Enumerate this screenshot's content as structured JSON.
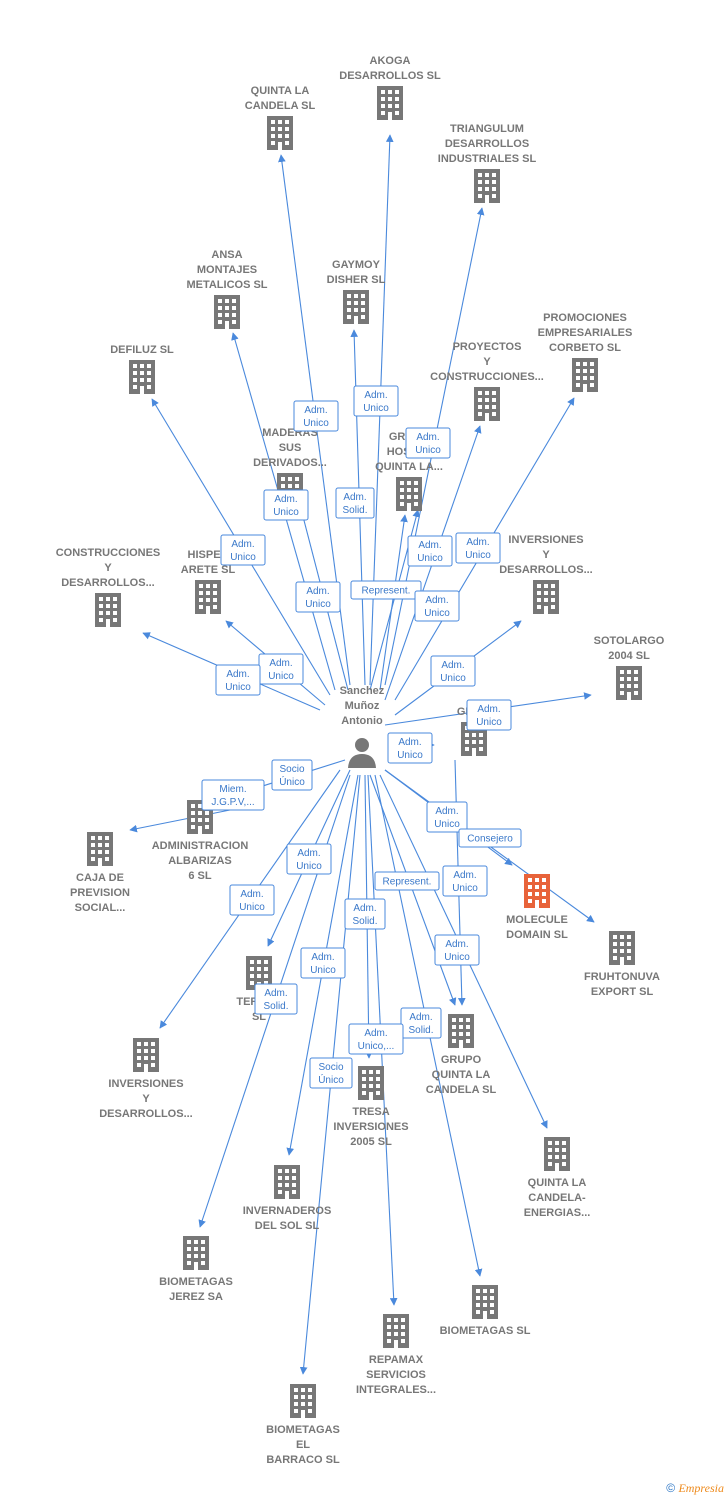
{
  "colors": {
    "edge": "#4a89dc",
    "building": "#777777",
    "focus": "#e8633a",
    "label_text": "#3a78c9"
  },
  "center": {
    "name": [
      "Sanchez",
      "Muñoz",
      "Antonio"
    ],
    "icon": "person-icon"
  },
  "companies": [
    {
      "id": "akoga",
      "label": [
        "AKOGA",
        "DESARROLLOS SL"
      ]
    },
    {
      "id": "quinta-la-candela",
      "label": [
        "QUINTA LA",
        "CANDELA SL"
      ]
    },
    {
      "id": "triangulum",
      "label": [
        "TRIANGULUM",
        "DESARROLLOS",
        "INDUSTRIALES SL"
      ]
    },
    {
      "id": "ansa",
      "label": [
        "ANSA",
        "MONTAJES",
        "METALICOS  SL"
      ]
    },
    {
      "id": "gaymoy",
      "label": [
        "GAYMOY",
        "DISHER SL"
      ]
    },
    {
      "id": "promociones",
      "label": [
        "PROMOCIONES",
        "EMPRESARIALES",
        "CORBETO SL"
      ]
    },
    {
      "id": "defiluz",
      "label": [
        "DEFILUZ SL"
      ]
    },
    {
      "id": "proyectos",
      "label": [
        "PROYECTOS",
        "Y",
        "CONSTRUCCIONES..."
      ]
    },
    {
      "id": "maderas",
      "label": [
        "MADERAS",
        "SUS",
        "DERIVADOS..."
      ]
    },
    {
      "id": "grupo-hostel",
      "label": [
        "GRUPO",
        "HOSTEL",
        "QUINTA LA..."
      ]
    },
    {
      "id": "construcciones",
      "label": [
        "CONSTRUCCIONES",
        "Y",
        "DESARROLLOS..."
      ]
    },
    {
      "id": "hisperarete",
      "label": [
        "HISPER",
        "ARETE SL"
      ]
    },
    {
      "id": "inversiones-top",
      "label": [
        "INVERSIONES",
        "Y",
        "DESARROLLOS..."
      ]
    },
    {
      "id": "sotolargo",
      "label": [
        "SOTOLARGO",
        "2004 SL"
      ]
    },
    {
      "id": "grafi",
      "label": [
        "GRAFI"
      ]
    },
    {
      "id": "administracion",
      "label": [
        "ADMINISTRACION",
        "ALBARIZAS",
        "6 SL"
      ]
    },
    {
      "id": "caja",
      "label": [
        "CAJA DE",
        "PREVISION",
        "SOCIAL..."
      ]
    },
    {
      "id": "molecule",
      "label": [
        "MOLECULE",
        "DOMAIN  SL"
      ],
      "focus": true
    },
    {
      "id": "fruhtonuva",
      "label": [
        "FRUHTONUVA",
        "EXPORT SL"
      ]
    },
    {
      "id": "terras",
      "label": [
        "TERRAS",
        "SL"
      ]
    },
    {
      "id": "inversiones-bottom",
      "label": [
        "INVERSIONES",
        "Y",
        "DESARROLLOS..."
      ]
    },
    {
      "id": "grupo-quinta",
      "label": [
        "GRUPO",
        "QUINTA LA",
        "CANDELA SL"
      ]
    },
    {
      "id": "tresa",
      "label": [
        "TRESA",
        "INVERSIONES",
        "2005 SL"
      ]
    },
    {
      "id": "quinta-energias",
      "label": [
        "QUINTA LA",
        "CANDELA-",
        "ENERGIAS..."
      ]
    },
    {
      "id": "invernaderos",
      "label": [
        "INVERNADEROS",
        "DEL SOL  SL"
      ]
    },
    {
      "id": "biometagas-jerez",
      "label": [
        "BIOMETAGAS",
        "JEREZ SA"
      ]
    },
    {
      "id": "biometagas",
      "label": [
        "BIOMETAGAS SL"
      ]
    },
    {
      "id": "repamax",
      "label": [
        "REPAMAX",
        "SERVICIOS",
        "INTEGRALES..."
      ]
    },
    {
      "id": "biometagas-barraco",
      "label": [
        "BIOMETAGAS",
        "EL",
        "BARRACO SL"
      ]
    }
  ],
  "relations": [
    {
      "id": "r1",
      "lines": [
        "Adm.",
        "Unico"
      ]
    },
    {
      "id": "r2",
      "lines": [
        "Adm.",
        "Unico"
      ]
    },
    {
      "id": "r3",
      "lines": [
        "Adm.",
        "Unico"
      ]
    },
    {
      "id": "r4",
      "lines": [
        "Adm.",
        "Unico"
      ]
    },
    {
      "id": "r5",
      "lines": [
        "Adm.",
        "Solid."
      ]
    },
    {
      "id": "r6",
      "lines": [
        "Adm.",
        "Unico"
      ]
    },
    {
      "id": "r7",
      "lines": [
        "Adm.",
        "Unico"
      ]
    },
    {
      "id": "r8",
      "lines": [
        "Adm.",
        "Unico"
      ]
    },
    {
      "id": "r9",
      "lines": [
        "Adm.",
        "Unico"
      ]
    },
    {
      "id": "r10",
      "lines": [
        "Represent."
      ]
    },
    {
      "id": "r11",
      "lines": [
        "Adm.",
        "Unico"
      ]
    },
    {
      "id": "r12",
      "lines": [
        "Adm.",
        "Unico"
      ]
    },
    {
      "id": "r13",
      "lines": [
        "Adm.",
        "Unico"
      ]
    },
    {
      "id": "r14",
      "lines": [
        "Adm.",
        "Unico"
      ]
    },
    {
      "id": "r15",
      "lines": [
        "Adm.",
        "Unico"
      ]
    },
    {
      "id": "r16",
      "lines": [
        "Adm.",
        "Unico"
      ]
    },
    {
      "id": "r17",
      "lines": [
        "Socio",
        "Único"
      ]
    },
    {
      "id": "r18",
      "lines": [
        "Miem.",
        "J.G.P.V,..."
      ]
    },
    {
      "id": "r19",
      "lines": [
        "Adm.",
        "Unico"
      ]
    },
    {
      "id": "r20",
      "lines": [
        "Consejero"
      ]
    },
    {
      "id": "r21",
      "lines": [
        "Adm.",
        "Unico"
      ]
    },
    {
      "id": "r22",
      "lines": [
        "Represent."
      ]
    },
    {
      "id": "r23",
      "lines": [
        "Adm.",
        "Unico"
      ]
    },
    {
      "id": "r24",
      "lines": [
        "Adm.",
        "Unico"
      ]
    },
    {
      "id": "r25",
      "lines": [
        "Adm.",
        "Solid."
      ]
    },
    {
      "id": "r26",
      "lines": [
        "Adm.",
        "Unico"
      ]
    },
    {
      "id": "r27",
      "lines": [
        "Adm.",
        "Unico"
      ]
    },
    {
      "id": "r28",
      "lines": [
        "Adm.",
        "Solid."
      ]
    },
    {
      "id": "r29",
      "lines": [
        "Adm.",
        "Solid."
      ]
    },
    {
      "id": "r30",
      "lines": [
        "Adm.",
        "Unico,..."
      ]
    },
    {
      "id": "r31",
      "lines": [
        "Socio",
        "Único"
      ]
    }
  ],
  "footer": {
    "copyright": "©",
    "brand": "Empresia"
  }
}
